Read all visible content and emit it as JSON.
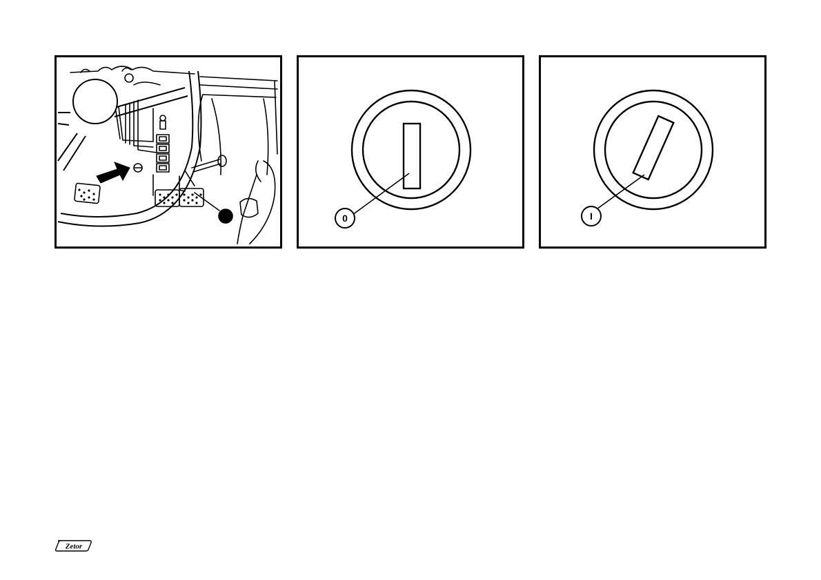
{
  "figures": [
    {
      "name": "dashboard-illustration"
    },
    {
      "name": "key-switch-position-0",
      "callout": "0"
    },
    {
      "name": "key-switch-position-1",
      "callout": "I"
    }
  ],
  "footer": {
    "logo_text": "Zetor"
  }
}
